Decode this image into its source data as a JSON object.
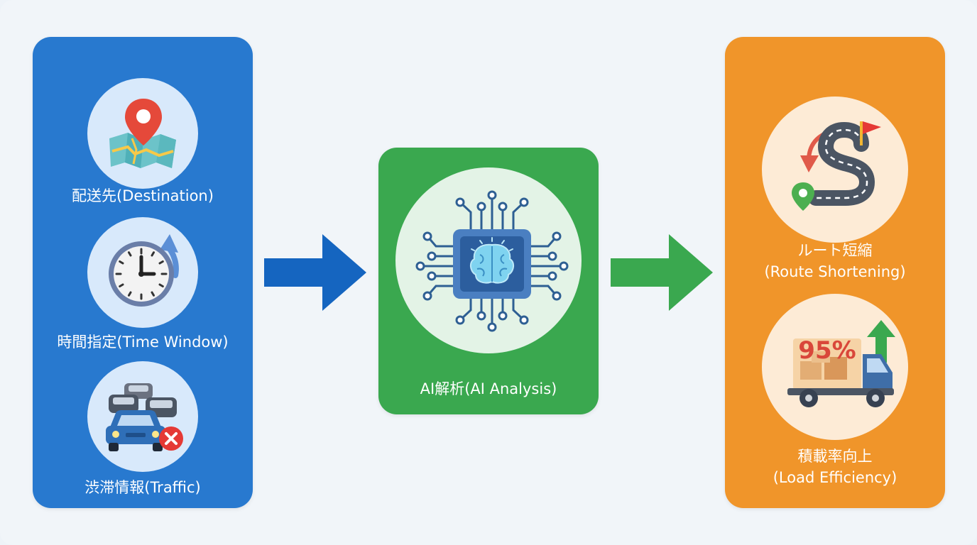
{
  "inputs": [
    {
      "label": "配送先(Destination)",
      "icon": "map-pin-icon"
    },
    {
      "label": "時間指定(Time Window)",
      "icon": "clock-icon"
    },
    {
      "label": "渋滞情報(Traffic)",
      "icon": "traffic-jam-icon"
    }
  ],
  "ai": {
    "label": "AI解析(AI Analysis)",
    "icon": "ai-brain-chip-icon"
  },
  "outputs": [
    {
      "label_ja": "ルート短縮",
      "label_en": "(Route Shortening)",
      "icon": "winding-route-icon"
    },
    {
      "label_ja": "積載率向上",
      "label_en": "(Load Efficiency)",
      "icon": "loaded-truck-icon",
      "badge": "95%"
    }
  ],
  "colors": {
    "input_panel": "#2879cf",
    "ai_panel": "#3aa84f",
    "output_panel": "#f0952a",
    "arrow_blue": "#1565c0",
    "arrow_green": "#3aa84f"
  }
}
